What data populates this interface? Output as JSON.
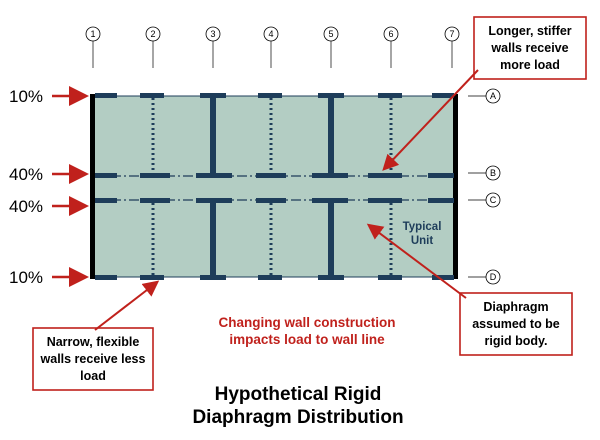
{
  "grid_lines": [
    "1",
    "2",
    "3",
    "4",
    "5",
    "6",
    "7"
  ],
  "row_lines": [
    "A",
    "B",
    "C",
    "D"
  ],
  "percentages": [
    "10%",
    "40%",
    "40%",
    "10%"
  ],
  "callouts": {
    "top_right": [
      "Longer, stiffer",
      "walls receive",
      "more load"
    ],
    "bottom_left": [
      "Narrow, flexible",
      "walls receive less",
      "load"
    ],
    "bottom_right": [
      "Diaphragm",
      "assumed to be",
      "rigid body."
    ]
  },
  "center_note": [
    "Changing wall construction",
    "impacts load to wall line"
  ],
  "typical_unit": [
    "Typical",
    "Unit"
  ],
  "title": [
    "Hypothetical Rigid",
    "Diaphragm Distribution"
  ],
  "colors": {
    "diaphragm_fill": "#b3cdc3",
    "wall": "#1e3d5a",
    "arrow": "#c0211c",
    "callout_border": "#c0211c",
    "note_text": "#c0211c"
  }
}
